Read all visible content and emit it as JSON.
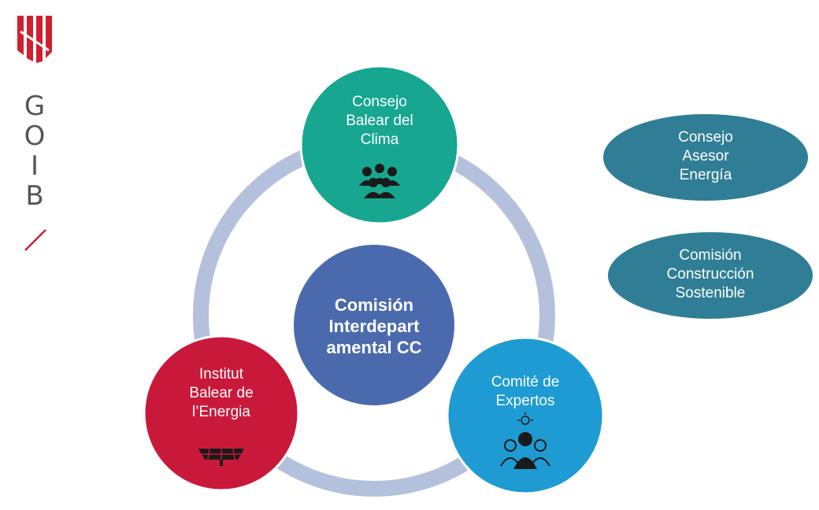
{
  "logo": {
    "letters": [
      "G",
      "O",
      "I",
      "B"
    ]
  },
  "colors": {
    "ring": "#b4c1dc",
    "center": "#4a6aad",
    "top_node": "#17a690",
    "left_node": "#c8193a",
    "right_node": "#1e9bd2",
    "side_ellipse": "#2f7e96",
    "logo_red": "#d01f2f"
  },
  "center_node": {
    "label": "Comisión\nInterdepart\namental CC"
  },
  "top_node": {
    "label": "Consejo\nBalear del\nClima",
    "icon": "people-group-icon"
  },
  "left_node": {
    "label": "Institut\nBalear de\nl’Energia",
    "icon": "solar-panel-icon"
  },
  "right_node": {
    "label": "Comité de\nExpertos",
    "icon": "experts-lightbulb-icon"
  },
  "side_boxes": [
    {
      "label": "Consejo\nAsesor\nEnergía"
    },
    {
      "label": "Comisión\nConstrucción\nSostenible"
    }
  ]
}
